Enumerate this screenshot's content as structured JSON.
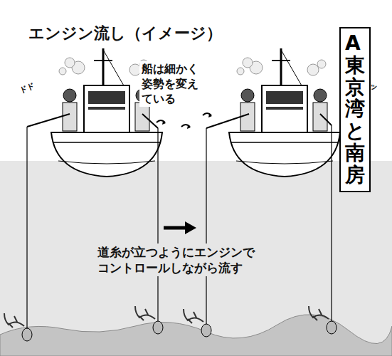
{
  "diagram": {
    "title": "エンジン流し（イメージ）",
    "nodes": [
      {
        "text": [
          "A東京湾と南房"
        ]
      }
    ],
    "labels": [
      "船は細かく姿勢を変えている",
      "道糸が立つようにエンジンでコントロールしながら流す",
      "ドド",
      "ドッ"
    ]
  }
}
